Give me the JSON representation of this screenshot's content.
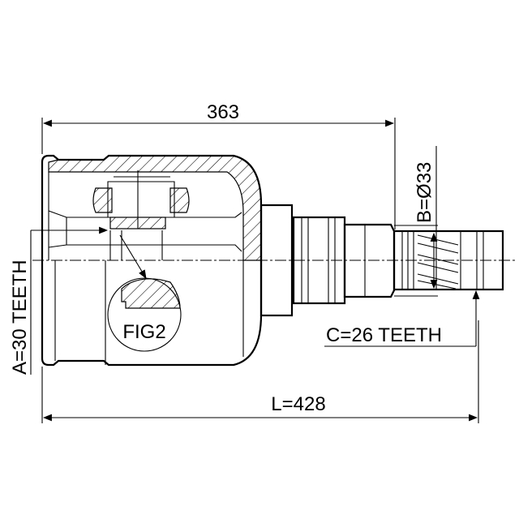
{
  "drawing": {
    "dim_top": "363",
    "dim_overall": "L=428",
    "dim_b": "B=Ø33",
    "dim_c": "C=26 TEETH",
    "dim_a": "A=30 TEETH",
    "detail_label": "FIG2"
  }
}
